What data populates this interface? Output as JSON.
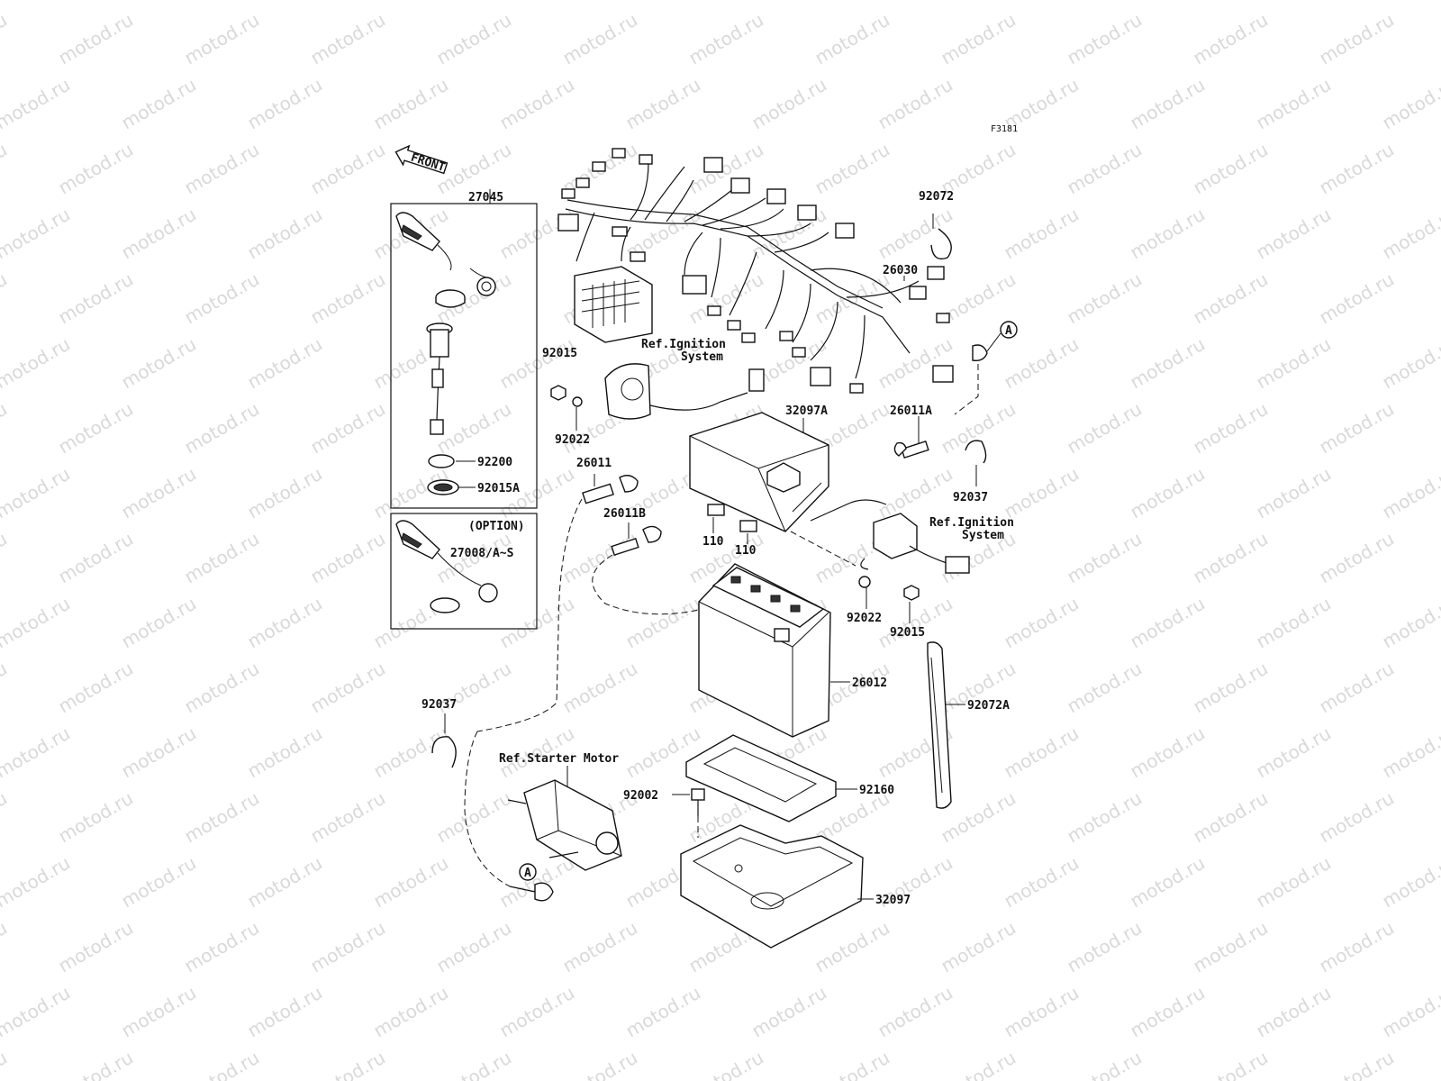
{
  "watermark": "motod.ru",
  "diagram_code": "F3181",
  "front_arrow": "FRONT",
  "option_label": "(OPTION)",
  "labels": {
    "p27045": "27045",
    "p27008": "27008/A~S",
    "p92200": "92200",
    "p92015A": "92015A",
    "p92015_top": "92015",
    "p92022_top": "92022",
    "p26011": "26011",
    "p26011B": "26011B",
    "p110_a": "110",
    "p110_b": "110",
    "p32097A": "32097A",
    "p26011A": "26011A",
    "p92037_right": "92037",
    "p92072": "92072",
    "p26030": "26030",
    "p92022_bot": "92022",
    "p92015_bot": "92015",
    "p26012": "26012",
    "p92072A": "92072A",
    "p92037_left": "92037",
    "p92002": "92002",
    "p92160": "92160",
    "p32097": "32097"
  },
  "refs": {
    "ignition_top_line1": "Ref.Ignition",
    "ignition_top_line2": "System",
    "ignition_right_line1": "Ref.Ignition",
    "ignition_right_line2": "System",
    "starter_motor": "Ref.Starter Motor"
  },
  "callout_a": "A"
}
